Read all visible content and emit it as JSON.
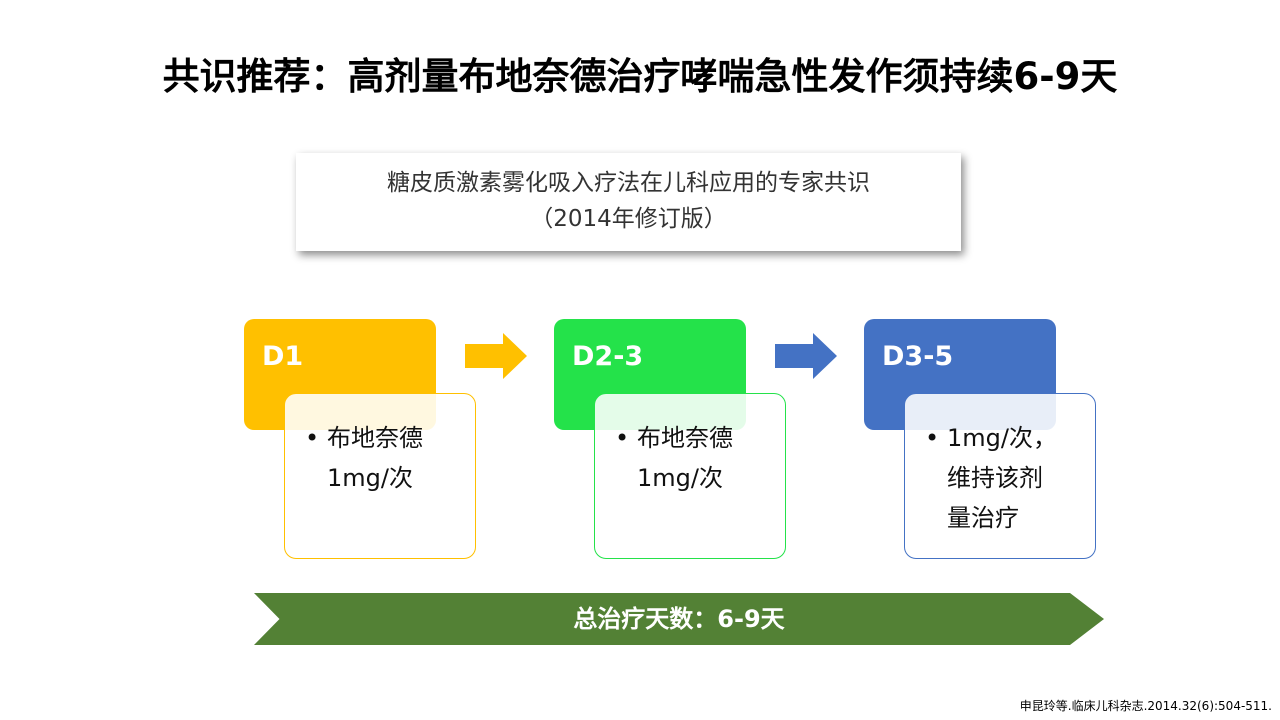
{
  "title": "共识推荐：高剂量布地奈德治疗哮喘急性发作须持续6-9天",
  "card": {
    "line1": "糖皮质激素雾化吸入疗法在儿科应用的专家共识",
    "line2": "（2014年修订版）"
  },
  "steps": [
    {
      "label": "D1",
      "bullet": "•",
      "text": [
        "布地奈德",
        "1mg/次"
      ],
      "color": "#FFC000"
    },
    {
      "label": "D2-3",
      "bullet": "•",
      "text": [
        "布地奈德",
        "1mg/次"
      ],
      "color": "#24E24A"
    },
    {
      "label": "D3-5",
      "bullet": "•",
      "text": [
        "1mg/次，",
        "维持该剂",
        "量治疗"
      ],
      "color": "#4472C4"
    }
  ],
  "banner": "总治疗天数：6-9天",
  "reference": "申昆玲等.临床儿科杂志.2014.32(6):504-511."
}
